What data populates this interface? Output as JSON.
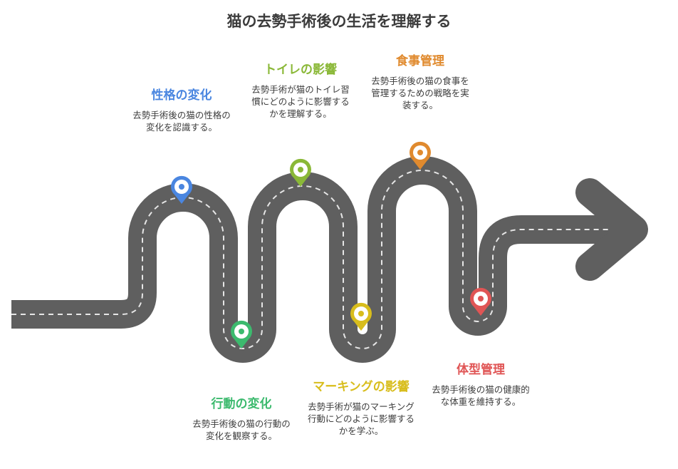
{
  "title": "猫の去勢手術後の生活を理解する",
  "colors": {
    "road": "#5f5f5f",
    "dash": "#e6e6e6",
    "blue": "#4a86e0",
    "green": "#3cba6e",
    "lime": "#8ab837",
    "yellow": "#d8bd1c",
    "orange": "#e08a2e",
    "red": "#e05555"
  },
  "steps": [
    {
      "heading": "性格の変化",
      "desc": "去勢手術後の猫の性格の変化を認識する。",
      "icon": "map-pin-icon"
    },
    {
      "heading": "行動の変化",
      "desc": "去勢手術後の猫の行動の変化を観察する。",
      "icon": "map-pin-icon"
    },
    {
      "heading": "トイレの影響",
      "desc": "去勢手術が猫のトイレ習慣にどのように影響するかを理解する。",
      "icon": "map-pin-icon"
    },
    {
      "heading": "マーキングの影響",
      "desc": "去勢手術が猫のマーキング行動にどのように影響するかを学ぶ。",
      "icon": "map-pin-icon"
    },
    {
      "heading": "食事管理",
      "desc": "去勢手術後の猫の食事を管理するための戦略を実装する。",
      "icon": "map-pin-icon"
    },
    {
      "heading": "体型管理",
      "desc": "去勢手術後の猫の健康的な体重を維持する。",
      "icon": "map-pin-icon"
    }
  ]
}
